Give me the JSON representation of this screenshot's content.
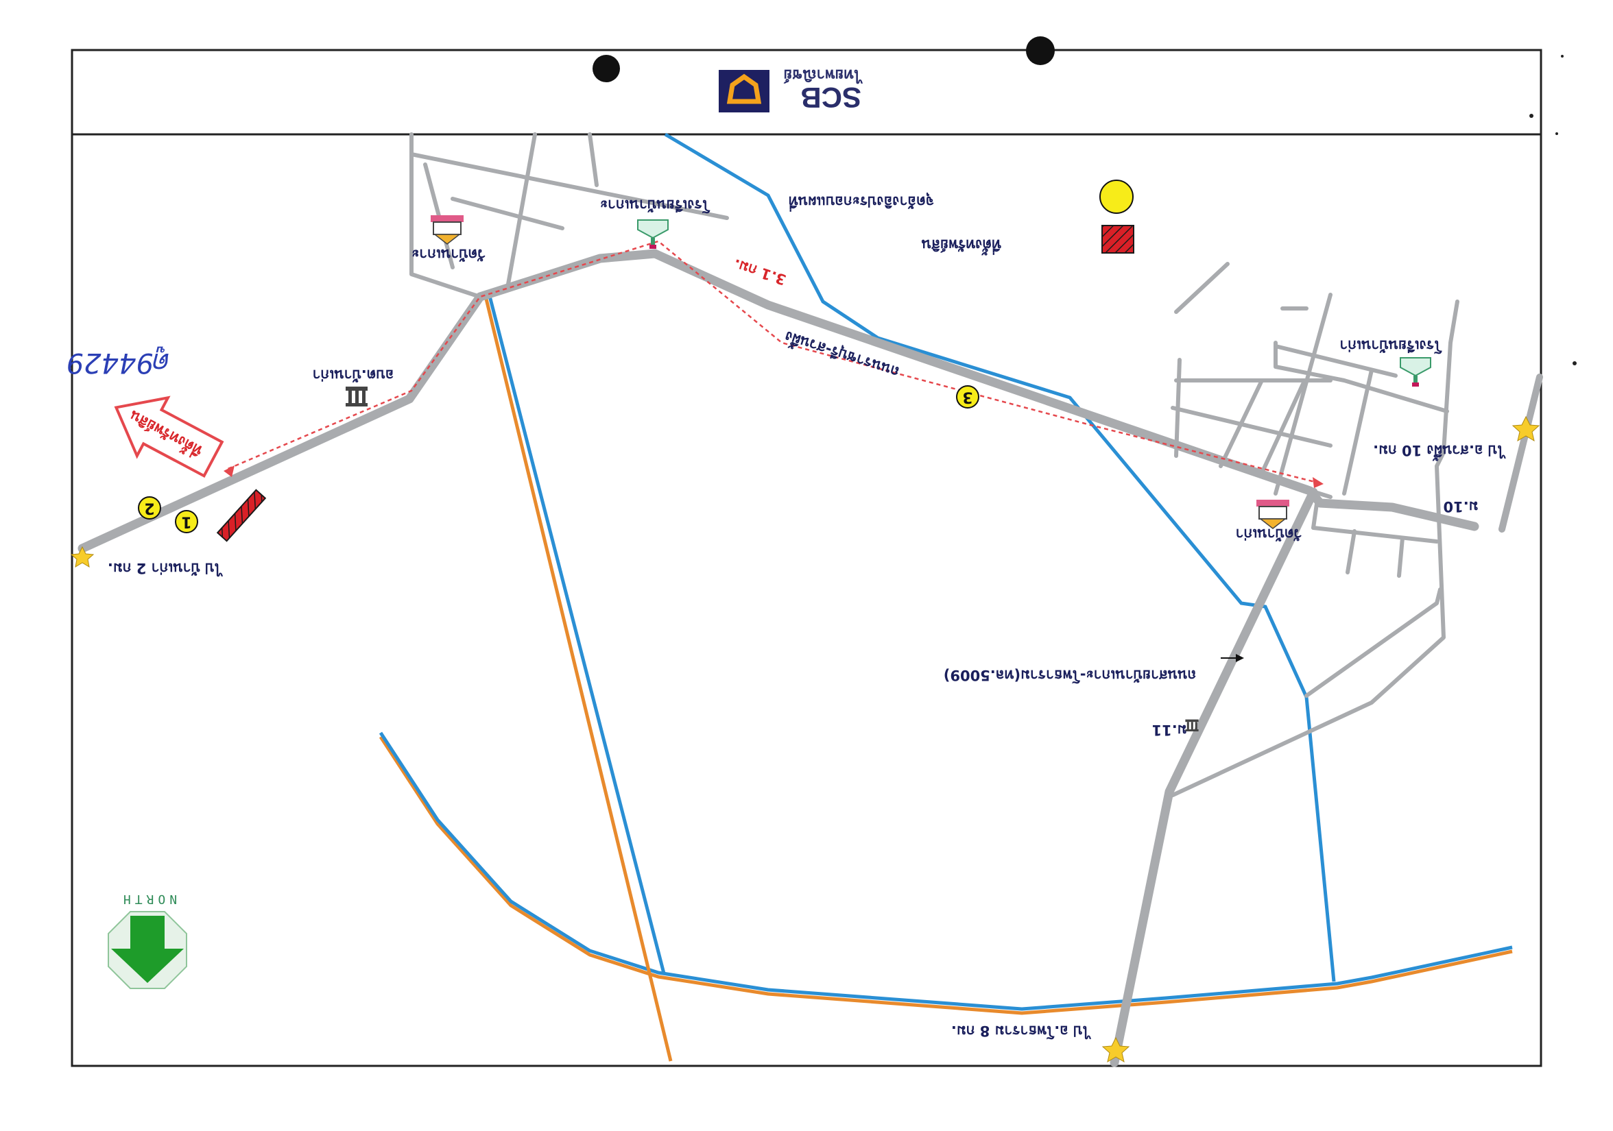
{
  "header": {
    "brand_name": "SCB",
    "brand_thai": "ไทยพาณิชย์"
  },
  "legend": {
    "property_location": "ที่ตั้งทรัพย์สิน",
    "reference_points": "จุดอ้างอิงประกอบแผนที่"
  },
  "places": {
    "temple_1": "วัดบ้านเกาะ",
    "school_1": "โรงเรียนบ้านเกาะ",
    "temple_2": "วัดบ้านเก่า",
    "school_2": "โรงเรียนบ้านเก่า",
    "office": "อบต.บ้านเก่า",
    "moo_10": "ม.10",
    "moo_11": "ม.11"
  },
  "roads": {
    "main_road": "ถนนราชบุรี-สวนผึ้ง",
    "highway": "ถนนสายบ้านเกาะ-โพธาราม(ทล.5009)"
  },
  "distances": {
    "segment": "3.1 กม."
  },
  "directions": {
    "to_east": "ไป อ.สวนผึ้ง 10 กม.",
    "to_west": "ไป บ้านเก่า 2 กม.",
    "to_south": "ไป อ.โพธาราม 8 กม."
  },
  "markers": {
    "m1": "1",
    "m2": "2",
    "m3": "3"
  },
  "compass": {
    "north_label": "NORTH"
  },
  "handwritten_note": "ดู94429",
  "colors": {
    "road": "#a9abae",
    "river": "#2a8fd4",
    "canal": "#e88a2c",
    "route": "#e5484d",
    "marker": "#f7ec19",
    "property": "#d92027",
    "compass": "#1e9c2a",
    "brand_navy": "#1e2061",
    "brand_gold": "#f4a21c"
  }
}
